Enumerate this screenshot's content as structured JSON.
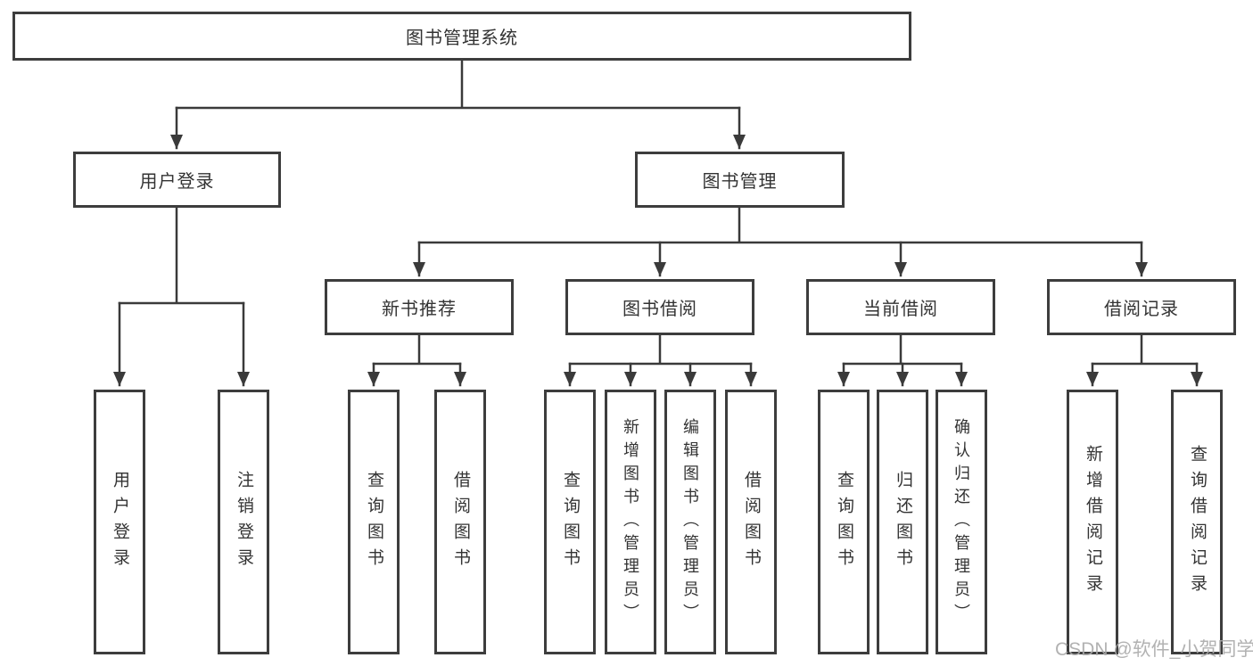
{
  "tree": {
    "label": "图书管理系统",
    "children": [
      {
        "label": "用户登录",
        "children": [
          {
            "label": "用户登录"
          },
          {
            "label": "注销登录"
          }
        ]
      },
      {
        "label": "图书管理",
        "children": [
          {
            "label": "新书推荐",
            "children": [
              {
                "label": "查询图书"
              },
              {
                "label": "借阅图书"
              }
            ]
          },
          {
            "label": "图书借阅",
            "children": [
              {
                "label": "查询图书"
              },
              {
                "label": "新增图书（管理员）"
              },
              {
                "label": "编辑图书（管理员）"
              },
              {
                "label": "借阅图书"
              }
            ]
          },
          {
            "label": "当前借阅",
            "children": [
              {
                "label": "查询图书"
              },
              {
                "label": "归还图书"
              },
              {
                "label": "确认归还（管理员）"
              }
            ]
          },
          {
            "label": "借阅记录",
            "children": [
              {
                "label": "新增借阅记录"
              },
              {
                "label": "查询借阅记录"
              }
            ]
          }
        ]
      }
    ]
  },
  "colors": {
    "line": "#3a3a3a",
    "box_border": "#3d3d3d",
    "text": "#333333",
    "background": "#ffffff",
    "watermark": "#aaaaaa"
  },
  "watermark": "CSDN @软件_小贺同学"
}
